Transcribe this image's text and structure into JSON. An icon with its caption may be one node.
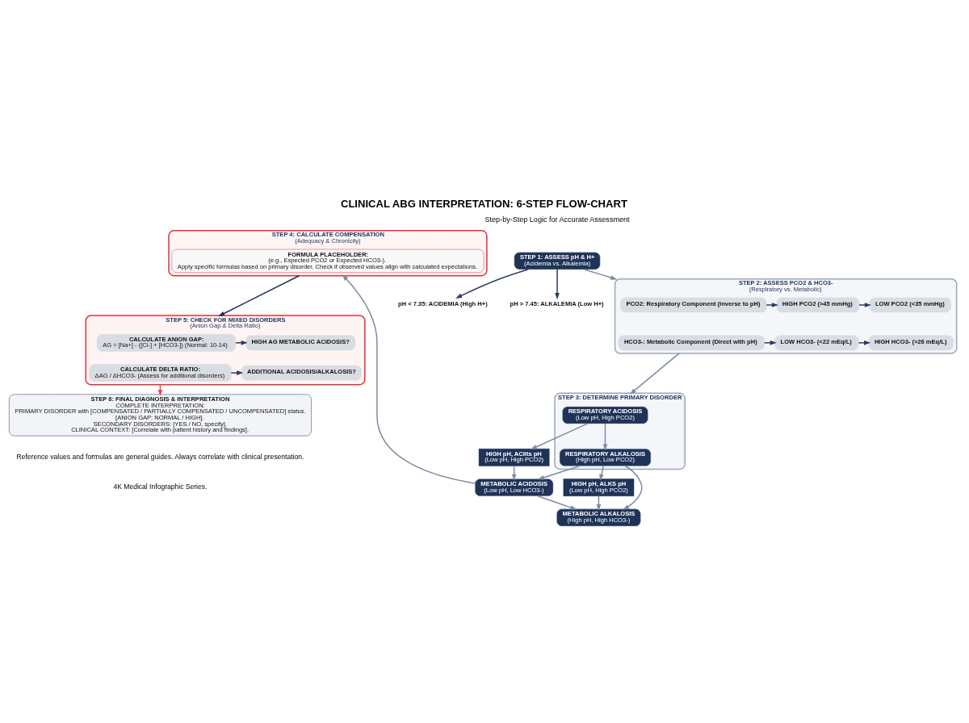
{
  "diagram": {
    "title": "CLINICAL ABG INTERPRETATION: 6-STEP FLOW-CHART",
    "nodes": [
      {
        "text": [
          "STEP 1: ASSESS pH & H+",
          "(Acidemia vs. Alkalemia)"
        ]
      },
      {
        "text": [
          "pH < 7.35: ACIDEMIA (High H+)"
        ]
      },
      {
        "text": [
          "pH > 7.45: ALKALEMIA (Low H+)"
        ]
      },
      {
        "text": [
          "STEP 2: ASSESS PCO2 & HCO3-",
          "(Respiratory vs. Metabolic)"
        ]
      },
      {
        "text": [
          "PCO2: Respiratory Component (Inverse to pH)"
        ],
        "in": 3
      },
      {
        "text": [
          "HIGH PCO2 (>45 mmHg)"
        ],
        "in": 3
      },
      {
        "text": [
          "LOW PCO2 (<35 mmHg)"
        ],
        "in": 3
      },
      {
        "text": [
          "HCO3-: Metabolic Component (Direct with pH)"
        ],
        "in": 3
      },
      {
        "text": [
          "LOW HCO3- (<22 mEq/L)"
        ],
        "in": 3
      },
      {
        "text": [
          "HIGH HCO3- (>26 mEq/L)"
        ],
        "in": 3
      },
      {
        "text": [
          "STEP 3: DETERMINE PRIMARY DISORDER"
        ]
      },
      {
        "text": [
          "RESPIRATORY ACIDOSIS",
          "(Low pH, High PCO2)"
        ],
        "in": 10
      },
      {
        "text": [
          "RESPIRATORY ALKALOSIS",
          "(High pH, Low PCO2)"
        ],
        "in": 10
      },
      {
        "text": [
          "HIGH pH, ACIits pH",
          "(Low pH, High PCO2)"
        ]
      },
      {
        "text": [
          "HIGH pH, ALKS pH",
          "(Low pH, High PCO2)"
        ]
      },
      {
        "text": [
          "METABOLIC ACIDOSIS",
          "(Low pH, Low HCO3-)"
        ]
      },
      {
        "text": [
          "METABOLIC ALKALOSIS",
          "(High pH, High HCO3-)"
        ]
      },
      {
        "text": [
          "STEP 4: CALCULATE COMPENSATION",
          "(Adequacy & Chronicity)"
        ]
      },
      {
        "text": [
          "FORMULA PLACEHOLDER:",
          "(e.g., Expected PCO2 or Expected HCO3-).",
          "Apply specific formulas based on primary disorder. Check if observed values align with calculated expectations."
        ],
        "in": 17
      },
      {
        "text": [
          "STEP 5: CHECK FOR MIXED DISORDERS",
          "(Anion Gap & Delta Ratio)"
        ]
      },
      {
        "text": [
          "CALCULATE ANION GAP:",
          "AG = [Na+] - ([Cl-] + [HCO3-]) (Normal: 10-14)"
        ],
        "in": 19
      },
      {
        "text": [
          "HIGH AG METABOLIC ACIDOSIS?"
        ],
        "in": 19
      },
      {
        "text": [
          "CALCULATE DELTA RATIO:",
          "ΔAG / ΔHCO3- (Assess for additional disorders)"
        ],
        "in": 19
      },
      {
        "text": [
          "ADDITIONAL ACIDOSIS/ALKALOSIS?"
        ],
        "in": 19
      },
      {
        "text": [
          "STEP 6: FINAL DIAGNOSIS & INTERPRETATION",
          "COMPLETE INTERPRETATION:",
          "PRIMARY DISORDER with [COMPENSATED / PARTIALLY COMPENSATED / UNCOMPENSATED] status.",
          "[ANION GAP: NORMAL / HIGH].",
          "SECONDARY DISORDERS: [YES / NO, specify].",
          "CLINICAL CONTEXT: [Correlate with patient history and findings]."
        ]
      }
    ],
    "edges": [
      {
        "from": 0,
        "to": 1,
        "arrow": "to",
        "color": "#2b3d63"
      },
      {
        "from": 0,
        "to": 2,
        "arrow": "to",
        "color": "#2b3d63"
      },
      {
        "from": 0,
        "to": 3,
        "arrow": "to"
      },
      {
        "from": 4,
        "to": 5,
        "arrow": "to",
        "color": "#2b3d63"
      },
      {
        "from": 5,
        "to": 6,
        "arrow": "to",
        "color": "#2b3d63"
      },
      {
        "from": 7,
        "to": 8,
        "arrow": "to",
        "color": "#2b3d63"
      },
      {
        "from": 8,
        "to": 9,
        "arrow": "to",
        "color": "#2b3d63"
      },
      {
        "from": 3,
        "to": 10,
        "arrow": "to"
      },
      {
        "from": 11,
        "to": 12,
        "arrow": "to"
      },
      {
        "from": 11,
        "to": 13,
        "arrow": "to"
      },
      {
        "from": 12,
        "to": 14,
        "arrow": "to"
      },
      {
        "from": 12,
        "to": 15,
        "arrow": "to"
      },
      {
        "from": 12,
        "to": 16,
        "arrow": "to"
      },
      {
        "from": 13,
        "to": 15,
        "arrow": "to"
      },
      {
        "from": 14,
        "to": 16,
        "arrow": "to"
      },
      {
        "from": 15,
        "to": 16,
        "arrow": "to"
      },
      {
        "from": 15,
        "to": 17,
        "arrow": "to"
      },
      {
        "from": 17,
        "to": 19,
        "arrow": "to",
        "color": "#1f3358"
      },
      {
        "from": 20,
        "to": 21,
        "arrow": "to",
        "color": "#2b3d63"
      },
      {
        "from": 22,
        "to": 23,
        "arrow": "to",
        "color": "#2b3d63"
      },
      {
        "from": 19,
        "to": 24,
        "arrow": "to",
        "color": "#e84a4f"
      }
    ],
    "labels": [
      "Step-by-Step Logic for Accurate Assessment",
      "Reference values and formulas are general guides. Always correlate with clinical presentation.",
      "4K Medical Infographic Series."
    ]
  }
}
